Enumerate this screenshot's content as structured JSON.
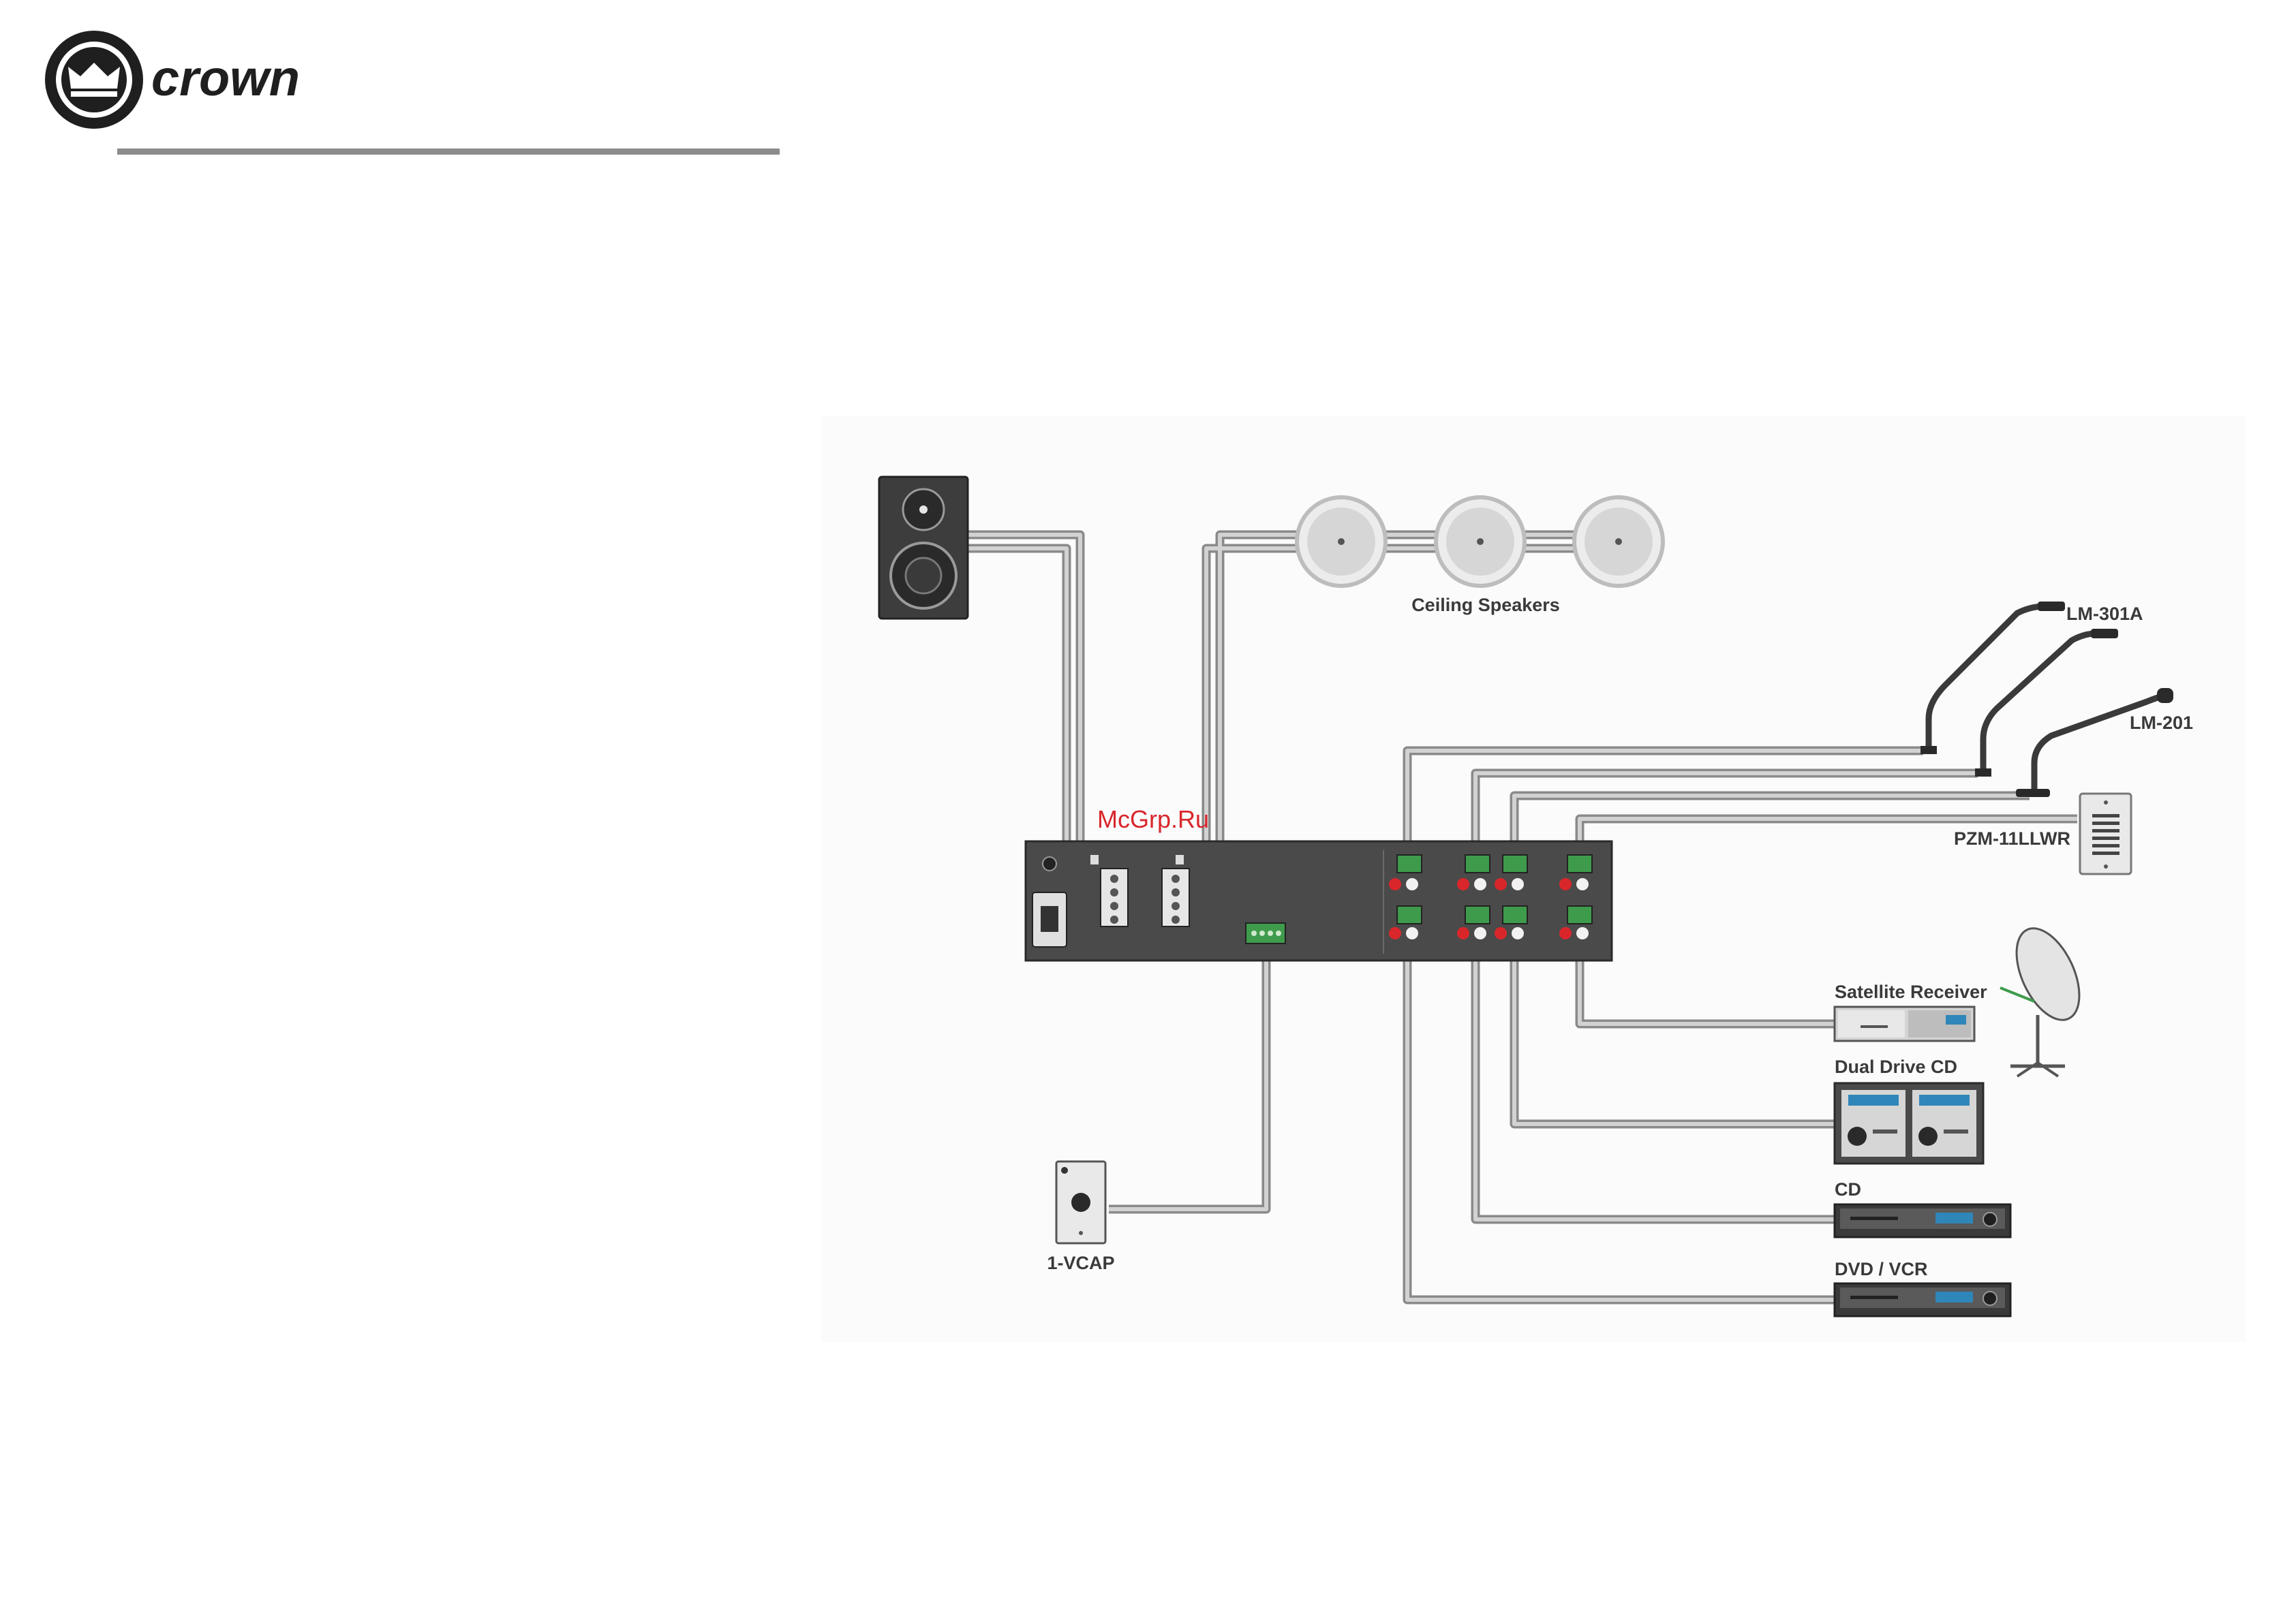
{
  "brand": {
    "logo_text": "crown"
  },
  "watermark": "McGrp.Ru",
  "colors": {
    "wire": "#b5b5b5",
    "wire_edge": "#8a8a8a",
    "chassis": "#4a4a4a",
    "rule": "#8c8c8c",
    "watermark": "#d9262b"
  },
  "labels": {
    "ceiling_speakers": "Ceiling Speakers",
    "lm301a": "LM-301A",
    "lm201": "LM-201",
    "pzm": "PZM-11LLWR",
    "satellite": "Satellite Receiver",
    "dual_cd": "Dual Drive CD",
    "cd": "CD",
    "dvd": "DVD / VCR",
    "vcap": "1-VCAP"
  }
}
